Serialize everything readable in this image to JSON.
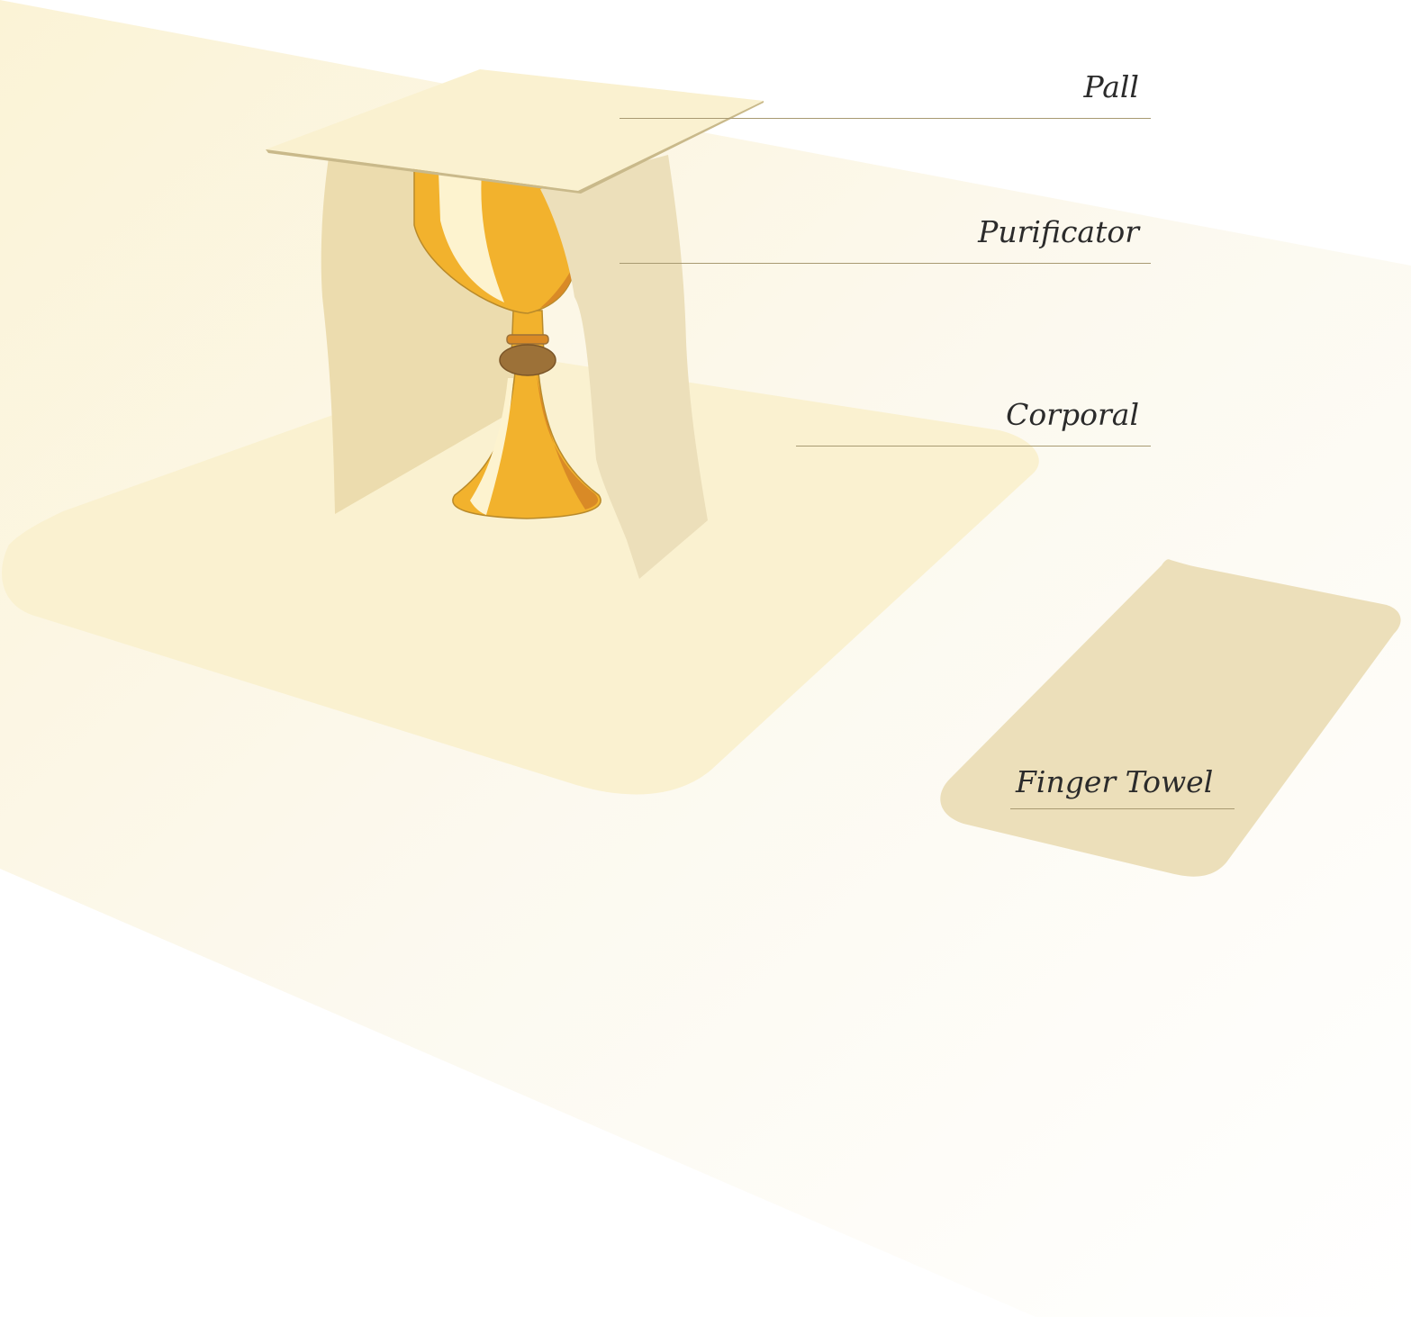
{
  "labels": {
    "pall": "Pall",
    "purificator": "Purificator",
    "corporal": "Corporal",
    "finger_towel": "Finger Towel"
  },
  "colors": {
    "altar_cloth": "#fbf7ea",
    "corporal": "#faf1d0",
    "purificator": "#ecdcae",
    "finger_towel": "#ecdfba",
    "pall_top": "#faf1d0",
    "pall_edge": "#c9b98a",
    "chalice_gold": "#f2b22d",
    "chalice_shade": "#d98a26",
    "chalice_highlight": "#fdf3cf",
    "chalice_knop": "#9c7138",
    "leader_line": "#a89a72",
    "label_text": "#2b2b2b"
  }
}
